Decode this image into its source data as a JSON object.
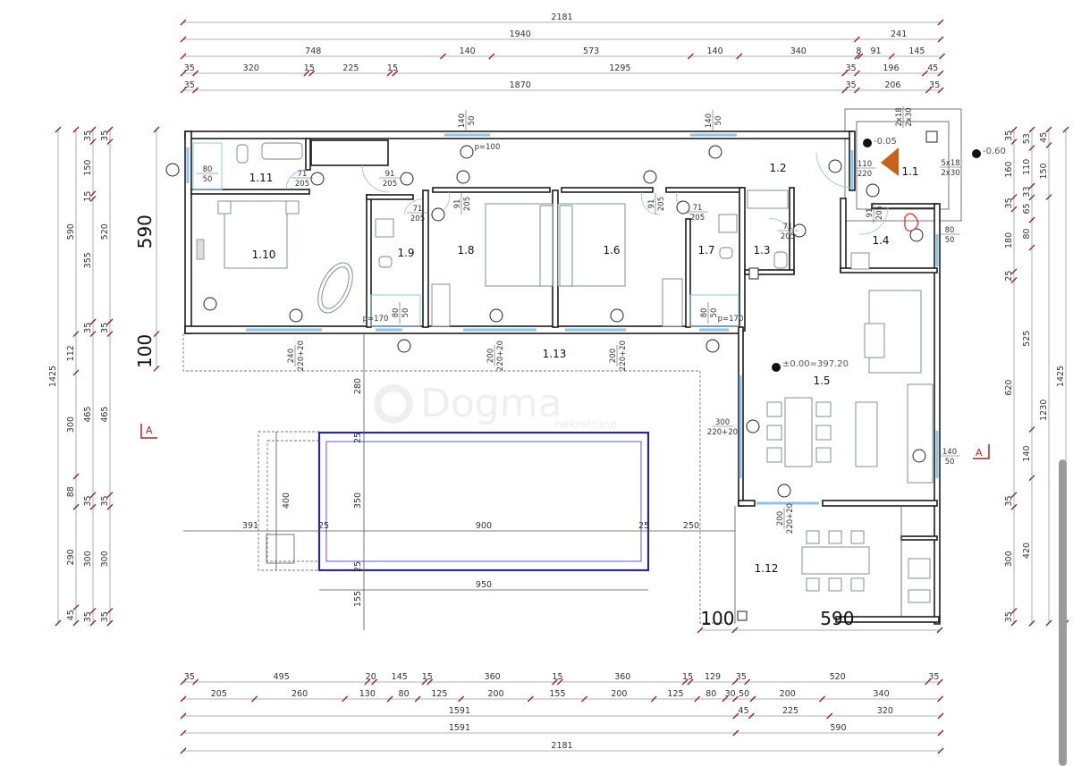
{
  "rooms": {
    "r1_1": "1.1",
    "r1_2": "1.2",
    "r1_3": "1.3",
    "r1_4": "1.4",
    "r1_5": "1.5",
    "r1_6": "1.6",
    "r1_7": "1.7",
    "r1_8": "1.8",
    "r1_9": "1.9",
    "r1_10": "1.10",
    "r1_11": "1.11",
    "r1_12": "1.12",
    "r1_13": "1.13"
  },
  "openings": {
    "o1": [
      "80",
      "50"
    ],
    "o2": [
      "71",
      "205"
    ],
    "o3": [
      "91",
      "205"
    ],
    "o4": [
      "71",
      "205"
    ],
    "o5": [
      "91",
      "205"
    ],
    "o6": [
      "140",
      "50"
    ],
    "o7": [
      "140",
      "50"
    ],
    "o8": [
      "91",
      "205"
    ],
    "o9": [
      "71",
      "205"
    ],
    "o10": [
      "71",
      "205"
    ],
    "o11": [
      "110",
      "220"
    ],
    "o12": [
      "91",
      "205"
    ],
    "o13": [
      "80",
      "50"
    ],
    "o14": [
      "140",
      "50"
    ],
    "o15": [
      "300",
      "220+20"
    ],
    "o16": [
      "240",
      "220+20"
    ],
    "o17": [
      "200",
      "220+20"
    ],
    "o18": [
      "200",
      "220+20"
    ],
    "o19": [
      "200",
      "220+20"
    ],
    "o20": [
      "80",
      "50"
    ],
    "o21": [
      "80",
      "50"
    ],
    "o22": [
      "2x18",
      "2x30"
    ],
    "o23": [
      "5x18",
      "2x30"
    ]
  },
  "notes": {
    "sill_top": "p=100",
    "sill_1_9": "p=170",
    "sill_1_7": "p=170"
  },
  "levels": {
    "entrance": "-0.05",
    "exterior": "-0.60",
    "datum": "±0.00=397.20"
  },
  "section_marker": "A",
  "pool": {
    "d280": "280",
    "d350": "350",
    "d400": "400",
    "d155": "155",
    "d25a": "25",
    "d25b": "25",
    "d25c": "25",
    "d25d": "25",
    "d391": "391",
    "d900": "900",
    "d250": "250",
    "d950": "950"
  },
  "dimensions": {
    "top": [
      [
        2181
      ],
      [
        1940,
        241
      ],
      [
        748,
        140,
        573,
        140,
        340,
        8,
        91,
        145
      ],
      [
        35,
        320,
        15,
        225,
        15,
        1295,
        35,
        196,
        45
      ],
      [
        35,
        1870,
        35,
        206,
        35
      ]
    ],
    "bottom": [
      [
        35,
        495,
        20,
        145,
        15,
        360,
        15,
        360,
        15,
        129,
        35,
        520,
        35
      ],
      [
        205,
        260,
        130,
        80,
        125,
        200,
        155,
        200,
        125,
        80,
        30,
        50,
        200,
        340
      ],
      [
        1591,
        45,
        225,
        320
      ],
      [
        1591,
        590
      ],
      [
        2181
      ]
    ],
    "left": [
      [
        1425
      ],
      [
        590,
        112,
        300,
        88,
        290,
        45
      ],
      [
        35,
        150,
        15,
        355,
        35,
        465,
        35,
        300,
        35
      ],
      [
        35,
        520,
        35,
        465,
        35,
        300,
        35
      ]
    ],
    "right": [
      [
        35,
        160,
        35,
        180,
        25,
        620,
        35,
        300,
        35
      ],
      [
        53,
        110,
        33,
        65,
        80,
        525,
        140,
        420
      ],
      [
        45,
        150,
        1230
      ],
      [
        1425
      ]
    ],
    "left_big": [
      590,
      100
    ],
    "bottom_big": [
      100,
      590
    ]
  },
  "watermark": {
    "name": "Dogma",
    "sub": "nekretnine"
  },
  "colors": {
    "wall": "#1c1c1c",
    "window": "#8cc4e8",
    "pool": "#2b2b8f",
    "dimension_tick": "#8b1a3a",
    "section_marker": "#b0252b",
    "entrance_arrow": "#c8621b"
  }
}
